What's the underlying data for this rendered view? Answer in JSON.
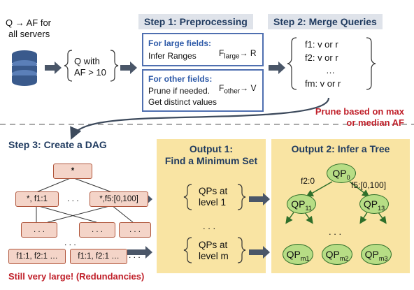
{
  "left": {
    "top_text": [
      "Q → AF for",
      "all servers"
    ],
    "icon": "database-icon",
    "brace_text": [
      "Q with",
      "AF > 10"
    ]
  },
  "step1": {
    "title": "Step 1: Preprocessing",
    "large_heading": "For large fields:",
    "large_text": "Infer Ranges",
    "large_formula": {
      "f": "F",
      "sub": "large",
      "arrow": "→ R"
    },
    "other_heading": "For other fields:",
    "other_text": [
      "Prune if needed.",
      "Get distinct values"
    ],
    "other_formula": {
      "f": "F",
      "sub": "other",
      "arrow": "→ V"
    }
  },
  "step2": {
    "title": "Step 2: Merge Queries",
    "lines": [
      "f1: v or r",
      "f2: v or r",
      "…",
      "fm: v or r"
    ]
  },
  "prune_note": [
    "Prune based on max",
    "or median AF"
  ],
  "step3": {
    "title": "Step 3: Create a DAG",
    "root": "*",
    "level1": [
      "*, f1:1",
      "*,f5:[0,100]"
    ],
    "dots_mid": ". . .",
    "level2": [
      ". . .",
      ". . .",
      ". . ."
    ],
    "level2_dots": ". . .",
    "leaves": [
      "f1:1, f2:1 …",
      "f1:1, f2:1 …"
    ],
    "leaf_dots": ". . .",
    "note": "Still very large! (Redundancies)"
  },
  "output1": {
    "title": [
      "Output 1:",
      "Find a Minimum Set"
    ],
    "group1": [
      "QPs at",
      "level 1"
    ],
    "dots": ". . .",
    "group2": [
      "QPs at",
      "level m"
    ]
  },
  "output2": {
    "title": "Output 2: Infer a Tree",
    "root": {
      "label": "QP",
      "sub": "0"
    },
    "edge_left": "f2:0",
    "edge_right": "f5:[0,100]",
    "mid": [
      {
        "label": "QP",
        "sub": "11"
      },
      {
        "label": "QP",
        "sub": "13"
      }
    ],
    "dots": ". . .",
    "bottom": [
      {
        "label": "QP",
        "sub": "m1"
      },
      {
        "label": "QP",
        "sub": "m2"
      },
      {
        "label": "QP",
        "sub": "m3"
      }
    ]
  },
  "colors": {
    "accent": "#4f6fb0",
    "red": "#c0202a",
    "node_fill": "#f4d4c8",
    "yellow": "#f9e4a3",
    "tree_fill": "#b7dd85"
  }
}
